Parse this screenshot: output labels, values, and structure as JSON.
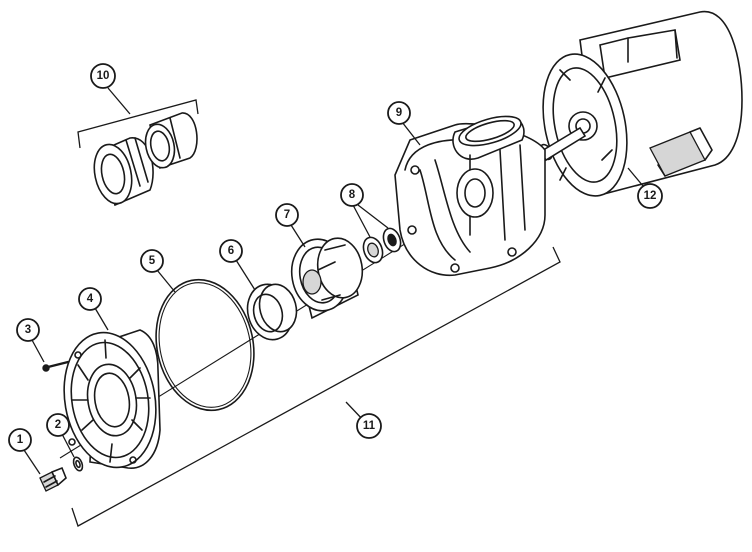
{
  "callouts": [
    {
      "id": "1",
      "label": "1"
    },
    {
      "id": "2",
      "label": "2"
    },
    {
      "id": "3",
      "label": "3"
    },
    {
      "id": "4",
      "label": "4"
    },
    {
      "id": "5",
      "label": "5"
    },
    {
      "id": "6",
      "label": "6"
    },
    {
      "id": "7",
      "label": "7"
    },
    {
      "id": "8",
      "label": "8"
    },
    {
      "id": "9",
      "label": "9"
    },
    {
      "id": "10",
      "label": "10"
    },
    {
      "id": "11",
      "label": "11"
    },
    {
      "id": "12",
      "label": "12"
    }
  ],
  "colors": {
    "line": "#1a1a1a",
    "background": "#ffffff",
    "shade": "#d6d6d6"
  }
}
